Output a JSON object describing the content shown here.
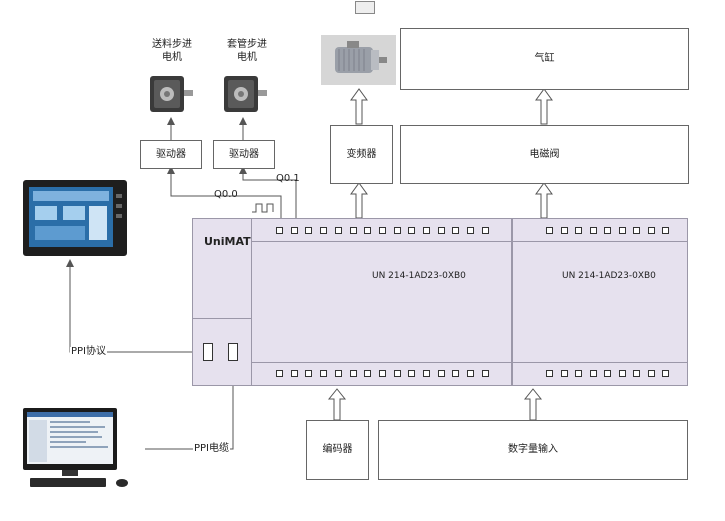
{
  "motors": {
    "feed_label": "送料步进\n电机",
    "sleeve_label": "套管步进\n电机"
  },
  "drivers": {
    "driver1": "驱动器",
    "driver2": "驱动器"
  },
  "outputs": {
    "q00": "Q0.0",
    "q01": "Q0.1"
  },
  "vfd": "变频器",
  "solenoid": "电磁阀",
  "cylinder": "气缸",
  "plc": {
    "brand": "UniMAT",
    "module1_model": "UN 214-1AD23-0XB0",
    "module2_model": "UN 214-1AD23-0XB0"
  },
  "links": {
    "ppi_protocol": "PPI协议",
    "ppi_cable": "PPI电缆"
  },
  "inputs": {
    "encoder": "编码器",
    "digital_input": "数字量输入"
  },
  "colors": {
    "plc_fill": "#e6e1ee",
    "line": "#555555",
    "motor_body": "#3a3a3a"
  }
}
